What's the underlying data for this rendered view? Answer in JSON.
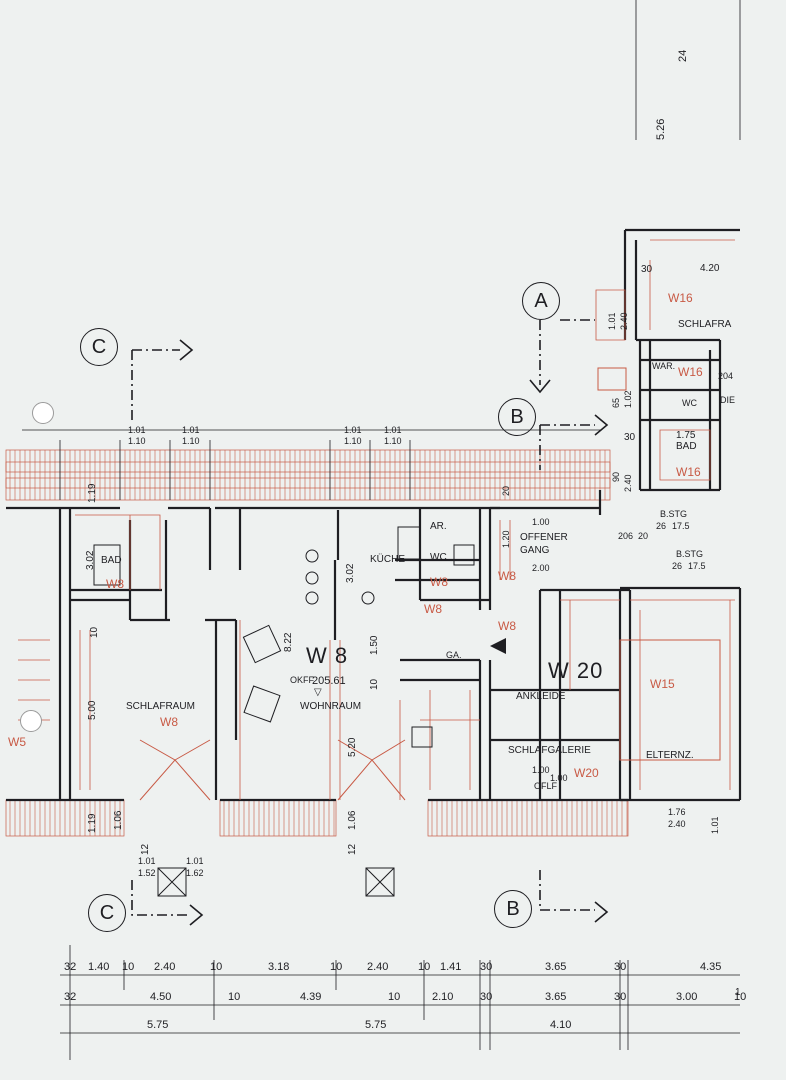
{
  "section_markers": [
    "A",
    "B",
    "C"
  ],
  "units": {
    "w8_name": "W 8",
    "w8_area": "205.61",
    "w8_area_prefix": "OKFF",
    "w20_name": "W 20"
  },
  "rooms": {
    "bad_left": "BAD",
    "kuche": "KÜCHE",
    "ar": "AR.",
    "wc": "WC",
    "offener_gang": "OFFENER",
    "offener_gang2": "GANG",
    "schlafraum": "SCHLAFRAUM",
    "wohnraum": "WOHNRAUM",
    "ga": "GA.",
    "ankleide": "ANKLEIDE",
    "schlafgalerie": "SCHLAFGALERIE",
    "elternz": "ELTERNZ.",
    "schlafra": "SCHLAFRA",
    "war": "WAR.",
    "wc_right": "WC",
    "bad_right": "BAD",
    "oflf": "OFLF"
  },
  "red_labels": [
    "W8",
    "W8",
    "W8",
    "W8",
    "W8",
    "W8",
    "W20",
    "W15",
    "W16",
    "W16",
    "W16",
    "W5"
  ],
  "dims": {
    "row1": [
      "32",
      "1.40",
      "10",
      "2.40",
      "10",
      "3.18",
      "10",
      "2.40",
      "10",
      "1.41",
      "30",
      "3.65",
      "30",
      "4.35"
    ],
    "row2": [
      "32",
      "4.50",
      "10",
      "4.39",
      "10",
      "2.10",
      "30",
      "3.65",
      "30",
      "3.00",
      "10"
    ],
    "row3": [
      "5.75",
      "5.75",
      "4.10"
    ],
    "top_right": [
      "24",
      "5.26"
    ],
    "window_top": [
      "1.01",
      "1.10",
      "1.01",
      "1.10",
      "1.01",
      "1.10",
      "1.01",
      "1.10"
    ],
    "window_bottom": [
      "1.01",
      "1.52",
      "1.01",
      "1.62"
    ],
    "vert": [
      "1.19",
      "3.02",
      "10",
      "5.00",
      "1.19",
      "1.06",
      "12",
      "8.22",
      "1.50",
      "10",
      "3.02",
      "5.20",
      "1.06",
      "12",
      "20",
      "1.20",
      "1.00",
      "2.00"
    ],
    "misc": [
      "4.20",
      "30",
      "1.01",
      "2.40",
      "65",
      "1.02",
      "1.75",
      "30",
      "90",
      "2.40",
      "206",
      "20",
      "B.STG",
      "26",
      "17.5",
      "B.STG",
      "26",
      "17.5",
      "1.00",
      "1.00",
      "1.76",
      "2.40",
      "1.01",
      "204"
    ],
    "edge_right": [
      "DIE",
      "1"
    ]
  },
  "colors": {
    "ink": "#1e1e22",
    "red": "#c85a45",
    "paper": "#eef1f0"
  }
}
